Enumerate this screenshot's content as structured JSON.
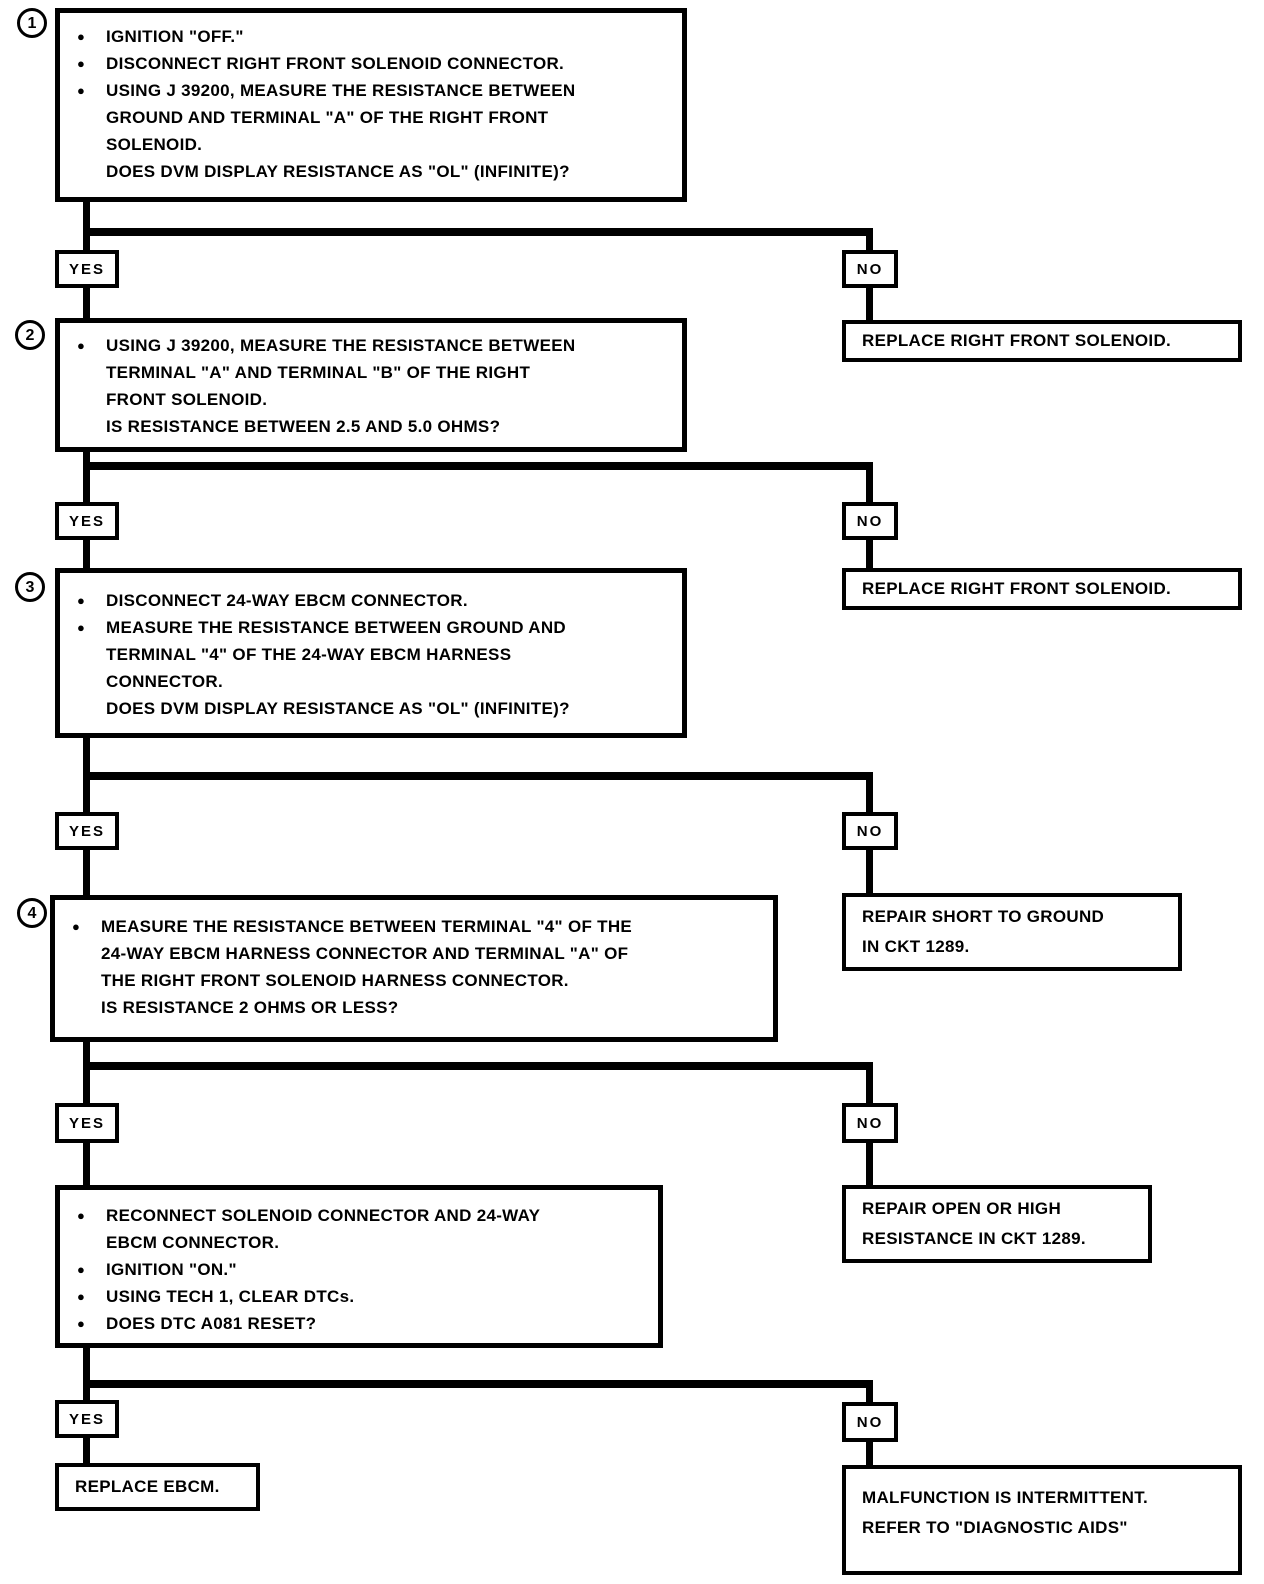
{
  "flowchart": {
    "labels": {
      "yes": "YES",
      "no": "NO"
    },
    "steps": [
      {
        "number": "1",
        "lines": [
          {
            "bullet": "●",
            "text": "IGNITION \"OFF.\""
          },
          {
            "bullet": "●",
            "text": "DISCONNECT RIGHT FRONT SOLENOID CONNECTOR."
          },
          {
            "bullet": "●",
            "text": "USING J 39200, MEASURE THE RESISTANCE BETWEEN\nGROUND AND TERMINAL \"A\" OF THE RIGHT FRONT\nSOLENOID."
          },
          {
            "bullet": "",
            "text": "DOES DVM DISPLAY RESISTANCE AS \"OL\" (INFINITE)?"
          }
        ]
      },
      {
        "number": "2",
        "lines": [
          {
            "bullet": "●",
            "text": "USING J 39200, MEASURE THE RESISTANCE BETWEEN\nTERMINAL \"A\" AND TERMINAL \"B\" OF THE RIGHT\nFRONT SOLENOID."
          },
          {
            "bullet": "",
            "text": "IS RESISTANCE BETWEEN 2.5 AND 5.0 OHMS?"
          }
        ]
      },
      {
        "number": "3",
        "lines": [
          {
            "bullet": "●",
            "text": "DISCONNECT 24-WAY EBCM CONNECTOR."
          },
          {
            "bullet": "●",
            "text": "MEASURE THE RESISTANCE BETWEEN GROUND AND\nTERMINAL \"4\" OF THE 24-WAY EBCM HARNESS\nCONNECTOR."
          },
          {
            "bullet": "",
            "text": "DOES DVM DISPLAY RESISTANCE AS \"OL\" (INFINITE)?"
          }
        ]
      },
      {
        "number": "4",
        "lines": [
          {
            "bullet": "●",
            "text": "MEASURE THE RESISTANCE BETWEEN TERMINAL \"4\" OF THE\n24-WAY EBCM HARNESS CONNECTOR AND TERMINAL \"A\" OF\nTHE RIGHT FRONT SOLENOID HARNESS CONNECTOR."
          },
          {
            "bullet": "",
            "text": "IS RESISTANCE 2 OHMS OR LESS?"
          }
        ]
      },
      {
        "number": "",
        "lines": [
          {
            "bullet": "●",
            "text": "RECONNECT SOLENOID CONNECTOR AND 24-WAY\nEBCM CONNECTOR."
          },
          {
            "bullet": "●",
            "text": "IGNITION \"ON.\""
          },
          {
            "bullet": "●",
            "text": "USING TECH 1, CLEAR DTCs."
          },
          {
            "bullet": "●",
            "text": "DOES DTC A081  RESET?"
          }
        ]
      }
    ],
    "outcomes": {
      "no1": "REPLACE RIGHT FRONT SOLENOID.",
      "no2": "REPLACE RIGHT FRONT SOLENOID.",
      "no3": [
        "REPAIR SHORT TO GROUND",
        "IN CKT 1289."
      ],
      "no4": [
        "REPAIR OPEN OR HIGH",
        "RESISTANCE IN CKT  1289."
      ],
      "yes5": "REPLACE EBCM.",
      "no5": [
        "MALFUNCTION IS INTERMITTENT.",
        "REFER TO \"DIAGNOSTIC AIDS\""
      ]
    }
  }
}
